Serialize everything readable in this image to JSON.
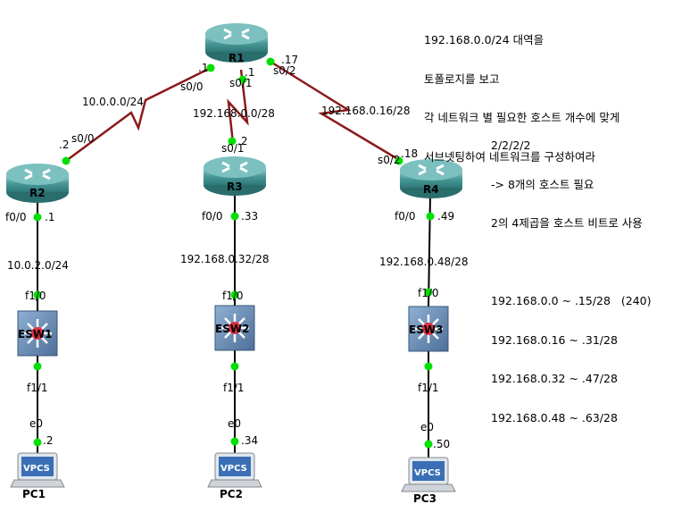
{
  "notes": {
    "task": [
      "192.168.0.0/24 대역을",
      "토폴로지를 보고",
      "각 네트워크 별 필요한 호스트 개수에 맞게",
      "서브넷팅하여 네트워크를 구성하여라"
    ],
    "calc": [
      "2/2/2/2",
      "-> 8개의 호스트 필요",
      "2의 4제곱을 호스트 비트로 사용",
      "",
      "192.168.0.0 ~ .15/28   (240)",
      "192.168.0.16 ~ .31/28",
      "192.168.0.32 ~ .47/28",
      "192.168.0.48 ~ .63/28"
    ]
  },
  "nodes": {
    "r1": "R1",
    "r2": "R2",
    "r3": "R3",
    "r4": "R4",
    "esw1": "ESW1",
    "esw2": "ESW2",
    "esw3": "ESW3",
    "pc1": "PC1",
    "pc2": "PC2",
    "pc3": "PC3",
    "vpcs": "VPCS"
  },
  "labels": {
    "r1_s00_ip": ".1",
    "r1_s00": "s0/0",
    "net_r1r2": "10.0.0.0/24",
    "r2_s00": "s0/0",
    "r2_s00_ip": ".2",
    "r1_s01_ip": ".1",
    "r1_s01": "s0/1",
    "net_r1r3": "192.168.0.0/28",
    "r3_s01_ip": ".2",
    "r3_s01": "s0/1",
    "r1_s02_ip": ".17",
    "r1_s02": "s0/2",
    "net_r1r4": "192.168.0.16/28",
    "r4_s02": "s0/2",
    "r4_s02_ip": ".18",
    "r2_f00": "f0/0",
    "r2_f00_ip": ".1",
    "net_lan1": "10.0.2.0/24",
    "esw1_f10": "f1/0",
    "esw1_f11": "f1/1",
    "pc1_e0": "e0",
    "pc1_ip": ".2",
    "r3_f00": "f0/0",
    "r3_f00_ip": ".33",
    "net_lan2": "192.168.0.32/28",
    "esw2_f10": "f1/0",
    "esw2_f11": "f1/1",
    "pc2_e0": "e0",
    "pc2_ip": ".34",
    "r4_f00": "f0/0",
    "r4_f00_ip": ".49",
    "net_lan3": "192.168.0.48/28",
    "esw3_f10": "f1/0",
    "esw3_f11": "f1/1",
    "pc3_e0": "e0",
    "pc3_ip": ".50"
  },
  "colors": {
    "serial_link": "#8b1a1a",
    "ethernet_link": "#000000",
    "port_up": "#00e000",
    "router": "#3e8e8e",
    "switch": "#5c7fa8"
  }
}
